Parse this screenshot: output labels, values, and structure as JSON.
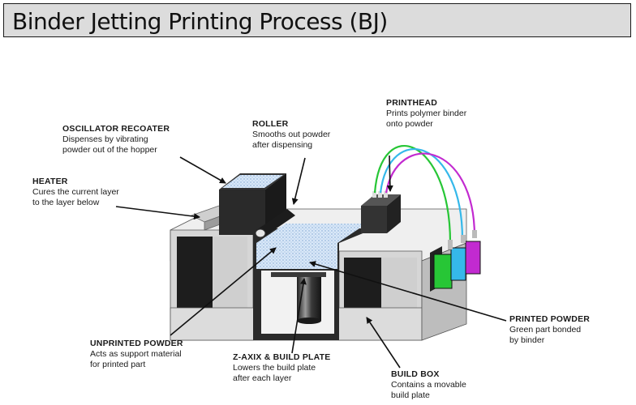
{
  "title": "Binder Jetting Printing Process (BJ)",
  "colors": {
    "binder_green": "#27c636",
    "binder_cyan": "#35b8ea",
    "binder_magenta": "#c22ad0",
    "machine_gray": "#e0e0e0",
    "dark": "#222222",
    "powder": "#d6e6f7"
  },
  "labels": {
    "printhead": {
      "head": "PRINTHEAD",
      "desc1": "Prints polymer binder",
      "desc2": "onto powder"
    },
    "oscillator": {
      "head": "OSCILLATOR RECOATER",
      "desc1": "Dispenses by vibrating",
      "desc2": "powder out of the hopper"
    },
    "roller": {
      "head": "ROLLER",
      "desc1": "Smooths out powder",
      "desc2": "after dispensing"
    },
    "heater": {
      "head": "HEATER",
      "desc1": "Cures the current layer",
      "desc2": "to the layer below"
    },
    "printed_powder": {
      "head": "PRINTED POWDER",
      "desc1": "Green part bonded",
      "desc2": "by binder"
    },
    "unprinted_powder": {
      "head": "UNPRINTED POWDER",
      "desc1": "Acts as support material",
      "desc2": "for printed part"
    },
    "z_axis": {
      "head": "Z-AXIX & BUILD PLATE",
      "desc1": "Lowers the build plate",
      "desc2": "after each layer"
    },
    "build_box": {
      "head": "BUILD BOX",
      "desc1": "Contains a movable",
      "desc2": "build plate"
    }
  }
}
